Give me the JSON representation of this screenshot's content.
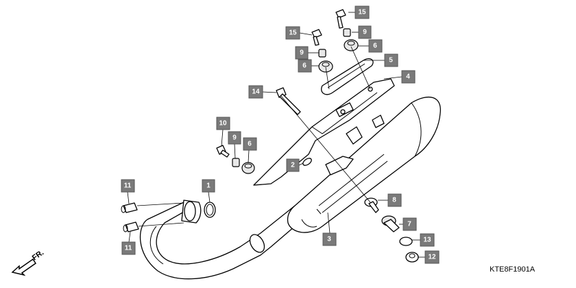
{
  "diagram_code": "KTE8F1901A",
  "direction_label": "FR.",
  "callouts": {
    "c1": "1",
    "c2": "2",
    "c3": "3",
    "c4": "4",
    "c5": "5",
    "c6a": "6",
    "c6b": "6",
    "c6c": "6",
    "c7": "7",
    "c8": "8",
    "c9a": "9",
    "c9b": "9",
    "c9c": "9",
    "c10": "10",
    "c11a": "11",
    "c11b": "11",
    "c12": "12",
    "c13": "13",
    "c14": "14",
    "c15a": "15",
    "c15b": "15"
  }
}
